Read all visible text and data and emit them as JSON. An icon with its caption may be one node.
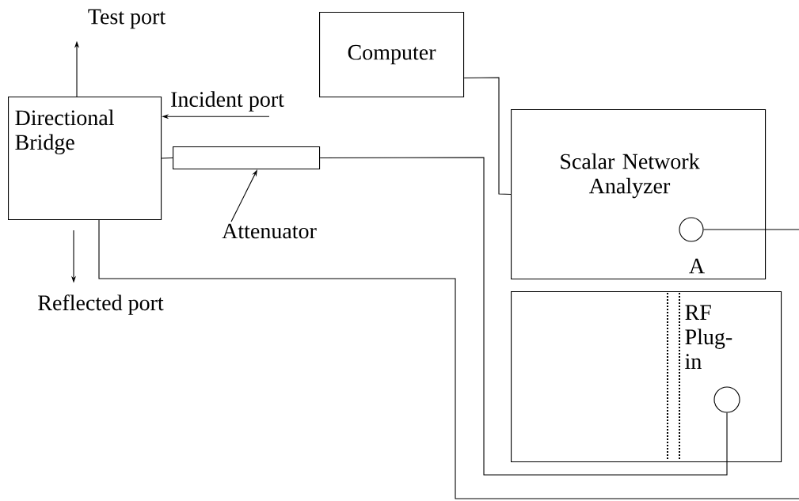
{
  "diagram": {
    "nodes": [
      {
        "text": [
          "Test port"
        ]
      },
      {
        "text": [
          "Computer"
        ]
      },
      {
        "text": [
          "Directional Bridge"
        ]
      },
      {
        "text": [
          "Incident port"
        ]
      },
      {
        "text": [],
        "shape": "box"
      },
      {
        "text": [
          "Scalar Network Analyzer"
        ]
      },
      {
        "text": [],
        "shape": "circle",
        "beside": [
          "A"
        ],
        "in": 5
      },
      {
        "text": [
          "Attenuator"
        ]
      },
      {
        "text": [
          "Reflected port"
        ]
      },
      {
        "text": [
          "RF Plug-in"
        ]
      },
      {
        "text": [],
        "shape": "circle",
        "in": 9
      }
    ],
    "edges": [
      {
        "from": 2,
        "to": 0,
        "arrow": "to"
      },
      {
        "from": 3,
        "to": 2,
        "arrow": "to"
      },
      {
        "from": 2,
        "to": 4,
        "arrow": "none"
      },
      {
        "from": 4,
        "to": 10,
        "arrow": "none"
      },
      {
        "from": 1,
        "to": 5,
        "arrow": "none"
      },
      {
        "from": 6,
        "to": null,
        "arrow": "none"
      },
      {
        "from": 2,
        "to": null,
        "arrow": "none"
      },
      {
        "from": 7,
        "to": 4,
        "arrow": "to"
      },
      {
        "from": 2,
        "to": 8,
        "arrow": "to"
      }
    ]
  }
}
